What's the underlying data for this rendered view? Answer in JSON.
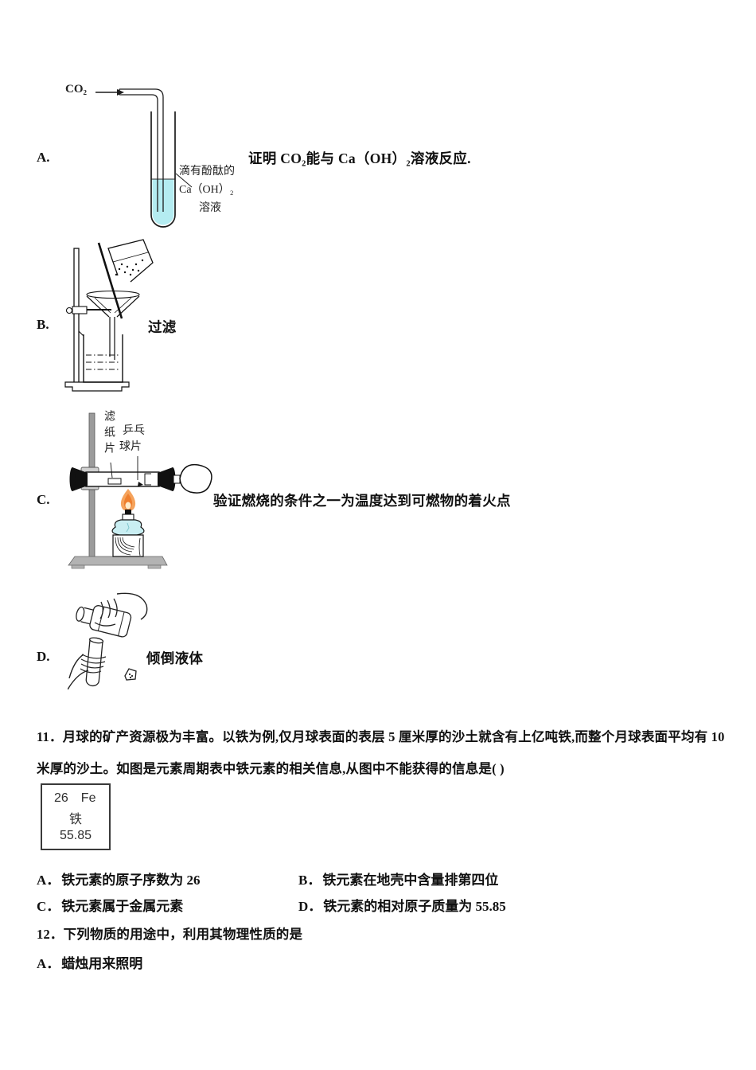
{
  "experiment_options": [
    {
      "label": "A.",
      "text": "证明 CO₂能与 Ca（OH）₂溶液反应.",
      "diagram": {
        "name": "co2-into-limewater-test-tube",
        "gas_label": "CO₂",
        "solution_label_line1": "滴有酚酞的",
        "solution_label_line2": "Ca（OH）₂",
        "solution_label_line3": "溶液",
        "liquid_color": "#b4ecf1"
      }
    },
    {
      "label": "B.",
      "text": "过滤",
      "diagram": {
        "name": "filtration-apparatus"
      }
    },
    {
      "label": "C.",
      "text": "验证燃烧的条件之一为温度达到可燃物的着火点",
      "diagram": {
        "name": "ignition-point-apparatus",
        "left_label": "滤纸片",
        "right_label_line1": "乒乓",
        "right_label_line2": "球片",
        "lamp_color": "#c9eef2",
        "flame_color": "#ee7f2e",
        "stand_color": "#9b9b9b"
      }
    },
    {
      "label": "D.",
      "text": "倾倒液体",
      "diagram": {
        "name": "pouring-liquid"
      }
    }
  ],
  "question11": {
    "line1": "11．月球的矿产资源极为丰富。以铁为例,仅月球表面的表层 5 厘米厚的沙土就含有上亿吨铁,而整个月球表面平均有 10",
    "line2": "米厚的沙土。如图是元素周期表中铁元素的相关信息,从图中不能获得的信息是( )",
    "element_card": {
      "atomic_number": "26",
      "symbol": "Fe",
      "name": "铁",
      "atomic_mass": "55.85"
    },
    "options": [
      {
        "label": "A．",
        "text": "铁元素的原子序数为 26"
      },
      {
        "label": "B．",
        "text": "铁元素在地壳中含量排第四位"
      },
      {
        "label": "C．",
        "text": "铁元素属于金属元素"
      },
      {
        "label": "D．",
        "text": "铁元素的相对原子质量为 55.85"
      }
    ]
  },
  "question12": {
    "text": "12．下列物质的用途中，利用其物理性质的是",
    "options": [
      {
        "label": "A．",
        "text": "蜡烛用来照明"
      }
    ]
  }
}
